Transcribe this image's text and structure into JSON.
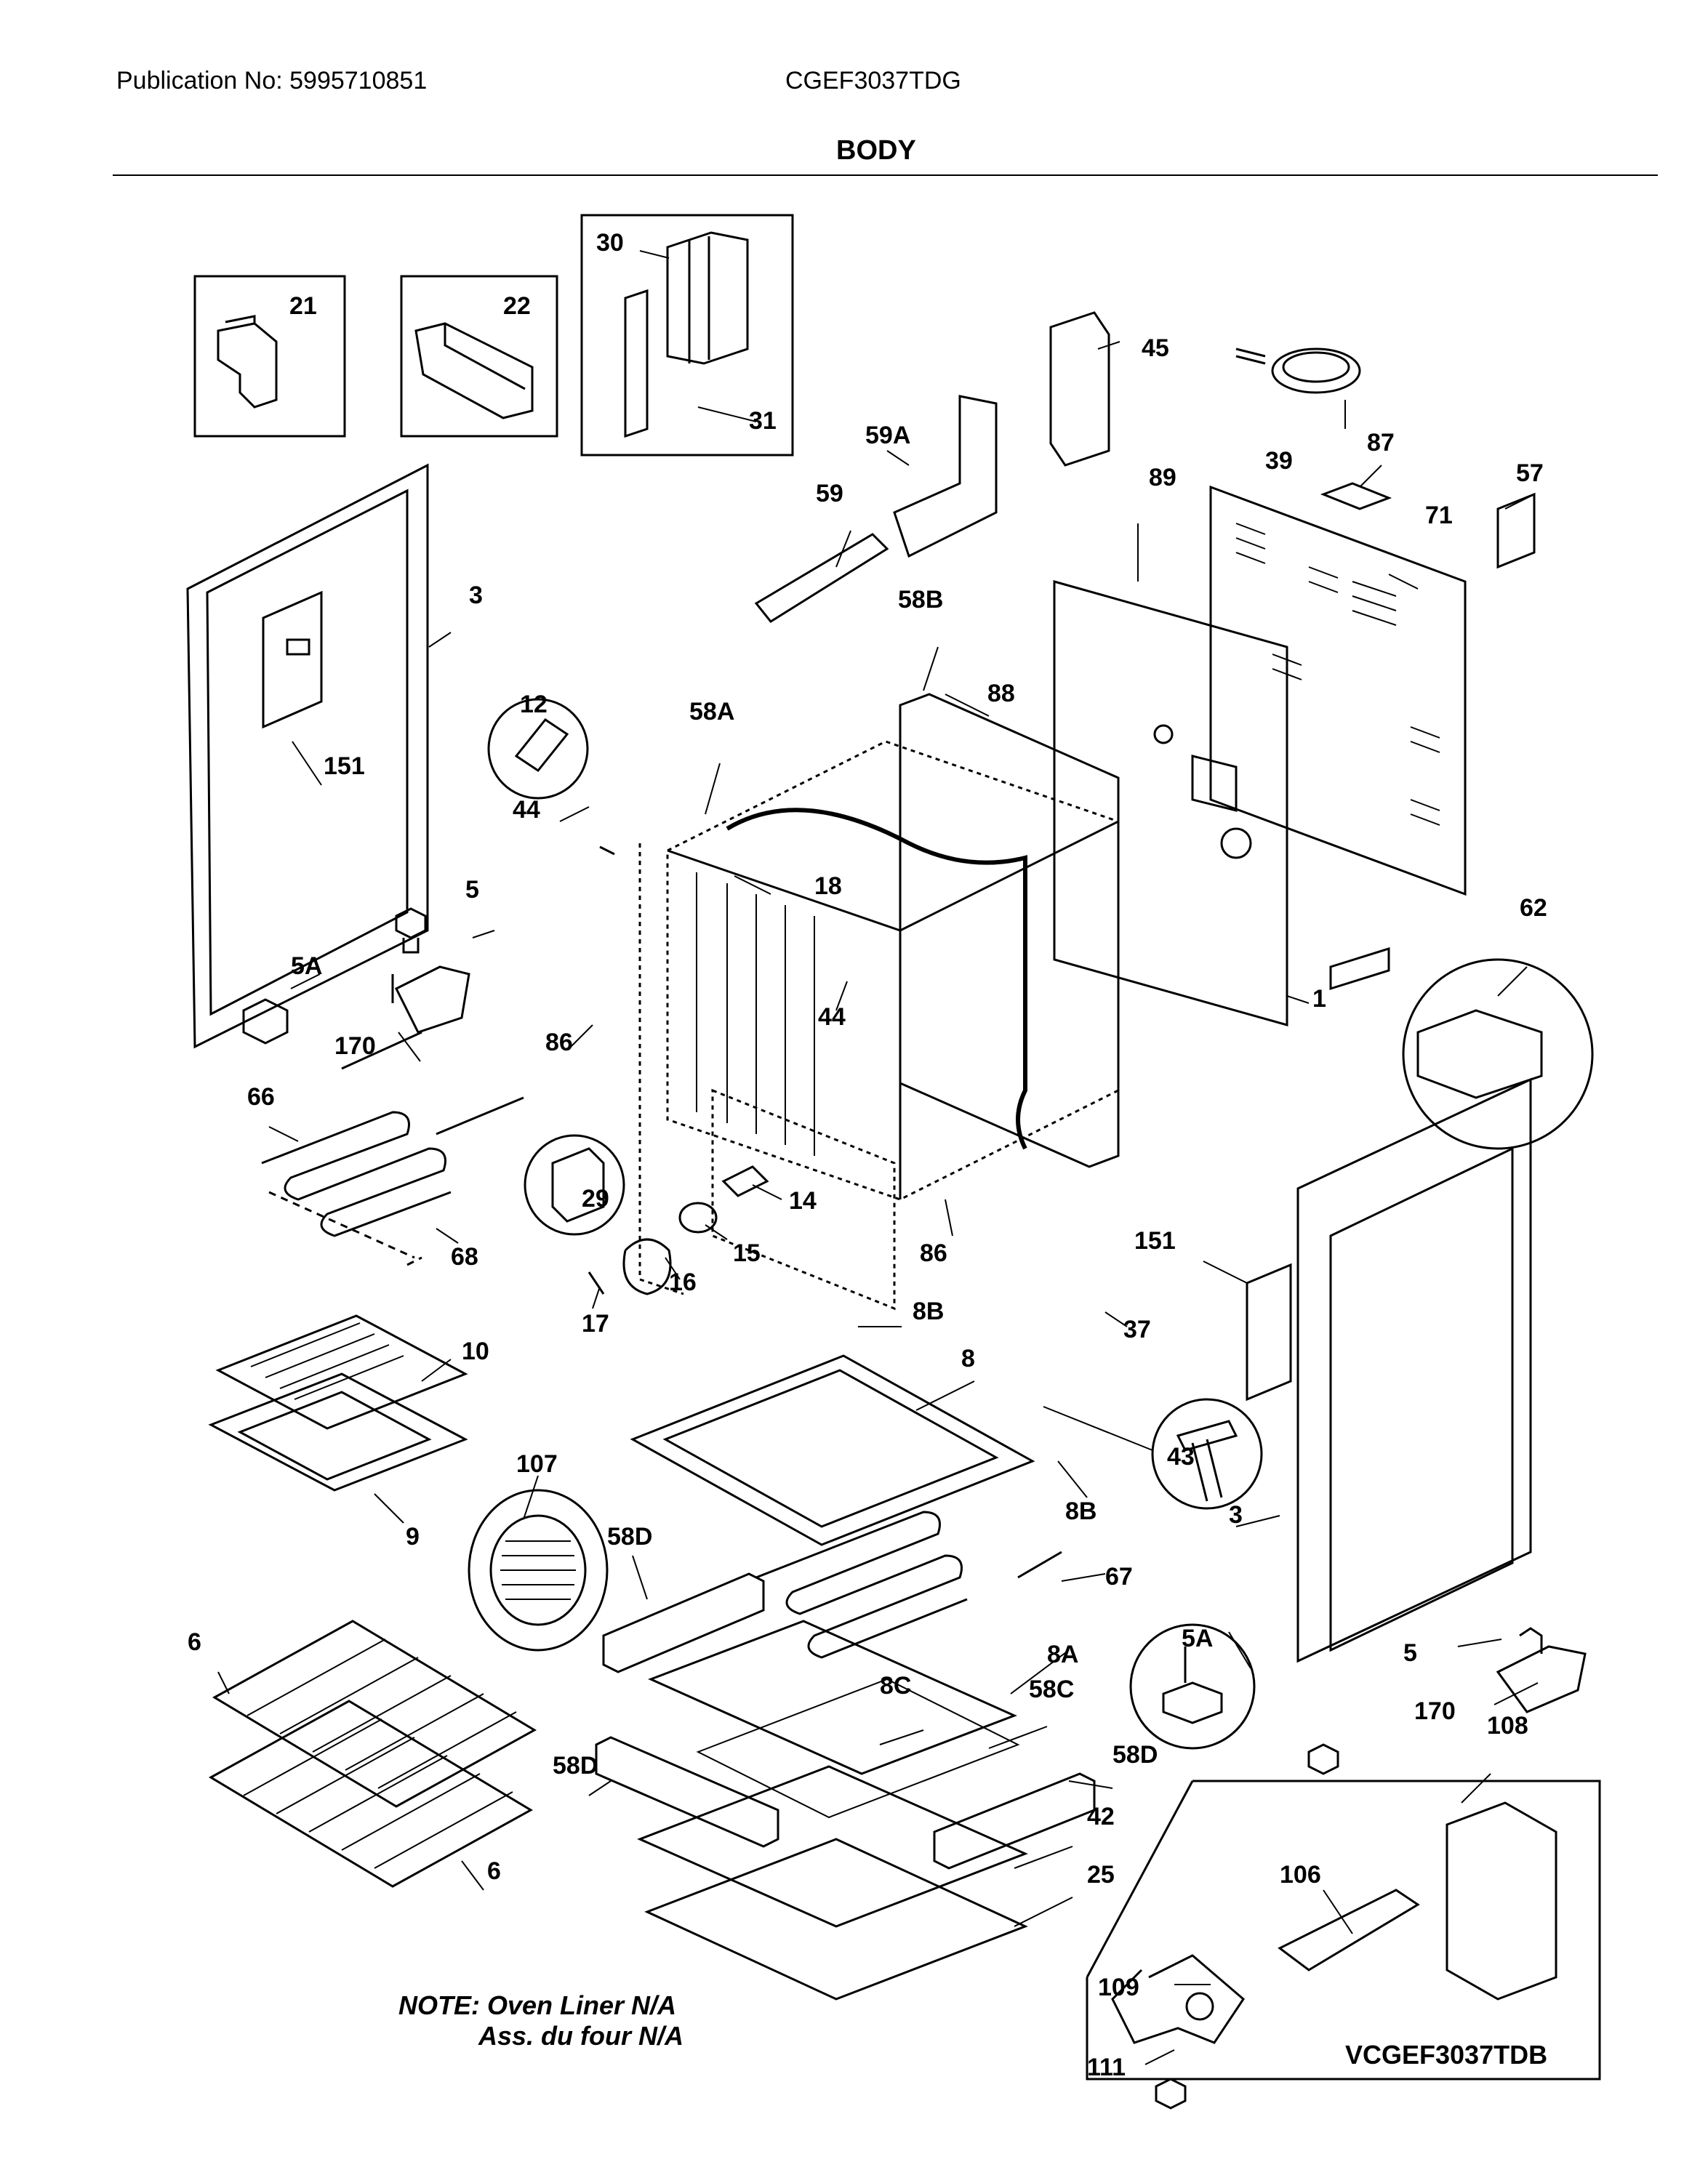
{
  "header": {
    "publication": "Publication No: 5995710851",
    "model": "CGEF3037TDG",
    "section_title": "BODY"
  },
  "labels": {
    "p21": "21",
    "p22": "22",
    "p30": "30",
    "p31": "31",
    "p45": "45",
    "p39": "39",
    "p59A": "59A",
    "p87": "87",
    "p57": "57",
    "p59": "59",
    "p89": "89",
    "p71": "71",
    "p3_left": "3",
    "p58B": "58B",
    "p88": "88",
    "p12": "12",
    "p58A": "58A",
    "p151_left": "151",
    "p44_top": "44",
    "p5_left": "5",
    "p18": "18",
    "p62": "62",
    "p5A_left": "5A",
    "p1": "1",
    "p86_left": "86",
    "p44_mid": "44",
    "p170_left": "170",
    "p66": "66",
    "p29": "29",
    "p14": "14",
    "p68": "68",
    "p15": "15",
    "p86_right": "86",
    "p151_right": "151",
    "p17": "17",
    "p16": "16",
    "p8B_top": "8B",
    "p37": "37",
    "p10": "10",
    "p8": "8",
    "p43": "43",
    "p107": "107",
    "p9": "9",
    "p8B_bot": "8B",
    "p3_right": "3",
    "p58D_left": "58D",
    "p67": "67",
    "p5A_right": "5A",
    "p6_top": "6",
    "p5_right": "5",
    "p8A": "8A",
    "p8C": "8C",
    "p58C": "58C",
    "p170_right": "170",
    "p108": "108",
    "p58D_bl": "58D",
    "p58D_br": "58D",
    "p42": "42",
    "p106": "106",
    "p6_bot": "6",
    "p25": "25",
    "p109": "109",
    "p111": "111"
  },
  "note": {
    "line1": "NOTE: Oven Liner N/A",
    "line2": "Ass. du four N/A"
  },
  "variant_code": "VCGEF3037TDB"
}
